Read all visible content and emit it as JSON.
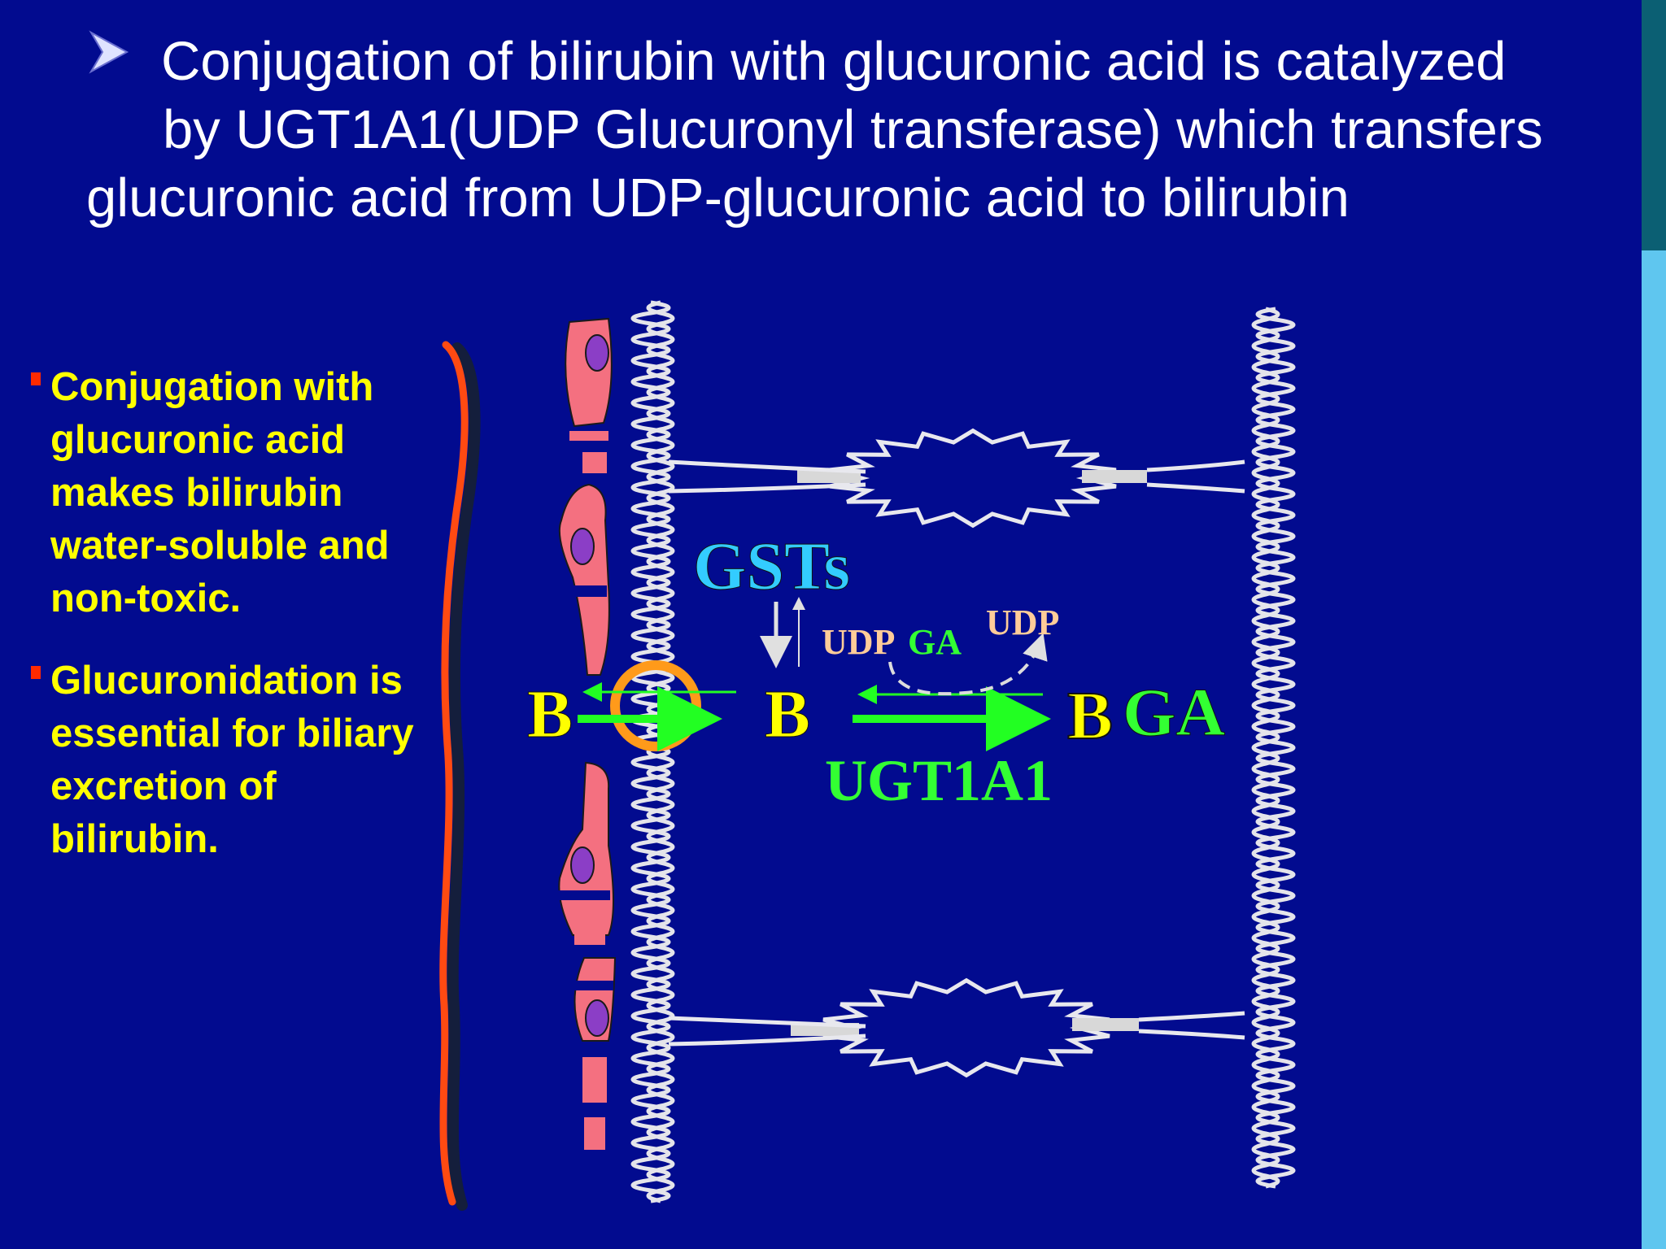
{
  "heading": {
    "line1": "Conjugation of bilirubin with glucuronic acid is catalyzed",
    "line2": "by UGT1A1(UDP Glucuronyl transferase) which transfers",
    "line3": "glucuronic acid from  UDP-glucuronic acid to bilirubin"
  },
  "notes": [
    {
      "text": "Conjugation with glucuronic acid makes bilirubin water-soluble and non-toxic."
    },
    {
      "text": "Glucuronidation is essential for biliary excretion of bilirubin."
    }
  ],
  "diagram": {
    "gsts": "GSTs",
    "udp_prefix": "UDP",
    "ga_suffix": "GA",
    "udp": "UDP",
    "b_left": "B",
    "b_middle": "B",
    "b_right": "B",
    "ga": "GA",
    "enzyme": "UGT1A1"
  },
  "colors": {
    "background": "#020b8f",
    "heading_text": "#ffffff",
    "note_text": "#ffff00",
    "bullet_marker": "#ff2a00",
    "gsts": "#33ccff",
    "ugt": "#33ff33",
    "bilirubin": "#ffff00",
    "udp_label": "#ffcc99"
  }
}
